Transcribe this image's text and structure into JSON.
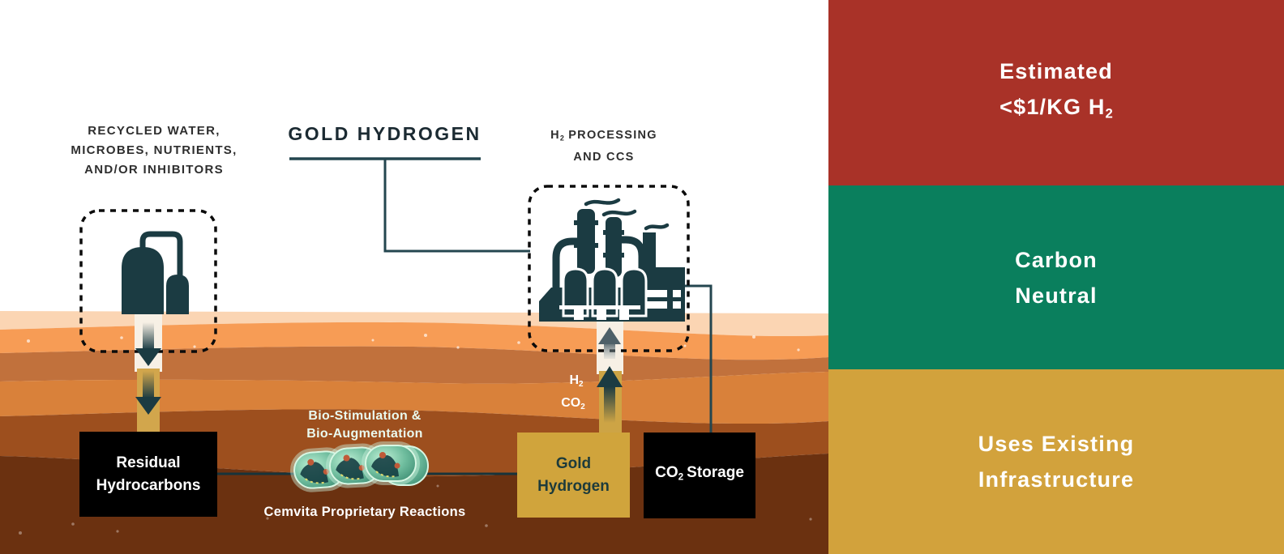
{
  "diagram": {
    "title": "GOLD HYDROGEN",
    "injection_label": {
      "line1": "RECYCLED WATER,",
      "line2": "MICROBES, NUTRIENTS,",
      "line3": "AND/OR INHIBITORS"
    },
    "processing_label": {
      "base": "H",
      "sub": "2",
      "rest": " PROCESSING",
      "line2": "AND CCS"
    },
    "well_products": {
      "h2": {
        "base": "H",
        "sub": "2"
      },
      "co2": {
        "base": "CO",
        "sub": "2"
      }
    },
    "bio": {
      "line1": "Bio-Stimulation &",
      "line2": "Bio-Augmentation",
      "caption": "Cemvita Proprietary Reactions"
    },
    "boxes": {
      "residual": {
        "line1": "Residual",
        "line2": "Hydrocarbons"
      },
      "gold": {
        "line1": "Gold",
        "line2": "Hydrogen"
      },
      "storage": {
        "base": "CO",
        "sub": "2",
        "rest": "Storage"
      }
    }
  },
  "panels": [
    {
      "id": "estimated-cost",
      "line1": "Estimated",
      "line2_base": "<$1/KG H",
      "line2_sub": "2",
      "color": "#A93228"
    },
    {
      "id": "carbon-neutral",
      "line1": "Carbon",
      "line2": "Neutral",
      "color": "#0A7F5D"
    },
    {
      "id": "uses-infrastructure",
      "line1": "Uses Existing",
      "line2": "Infrastructure",
      "color": "#D2A23C"
    }
  ],
  "colors": {
    "dark_teal": "#1B3B42",
    "gold_box": "#D0A43C",
    "panel_red": "#A93228",
    "panel_green": "#0A7F5D",
    "panel_gold": "#D2A23C",
    "ground_layers": [
      "#FBD5B3",
      "#F79C55",
      "#C1713C",
      "#D9813A",
      "#9D4F1E",
      "#6B3110"
    ]
  }
}
